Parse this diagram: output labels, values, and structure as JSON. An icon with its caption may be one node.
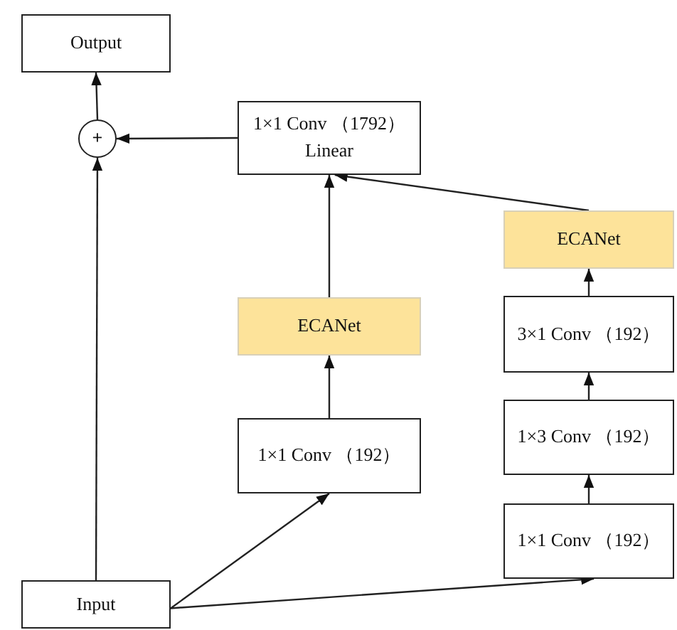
{
  "diagram": {
    "nodes": [
      {
        "text": [
          "Output"
        ]
      },
      {
        "text": [
          "+"
        ]
      },
      {
        "text": [
          "1×1 Conv （1792） Linear"
        ]
      },
      {
        "text": [
          "ECANet"
        ]
      },
      {
        "text": [
          "3×1 Conv （192）"
        ]
      },
      {
        "text": [
          "ECANet"
        ]
      },
      {
        "text": [
          "1×3 Conv （192）"
        ]
      },
      {
        "text": [
          "1×1 Conv （192）"
        ]
      },
      {
        "text": [
          "1×1 Conv （192）"
        ]
      },
      {
        "text": [
          "Input"
        ]
      }
    ],
    "edges": [
      {
        "from": 1,
        "to": 0,
        "arrow": "to"
      },
      {
        "from": 2,
        "to": 1,
        "arrow": "to"
      },
      {
        "from": 9,
        "to": 1,
        "arrow": "to"
      },
      {
        "from": 5,
        "to": 2,
        "arrow": "to"
      },
      {
        "from": 3,
        "to": 2,
        "arrow": "to"
      },
      {
        "from": 4,
        "to": 3,
        "arrow": "to"
      },
      {
        "from": 7,
        "to": 5,
        "arrow": "to"
      },
      {
        "from": 6,
        "to": 4,
        "arrow": "to"
      },
      {
        "from": 8,
        "to": 6,
        "arrow": "to"
      },
      {
        "from": 9,
        "to": 7,
        "arrow": "to"
      },
      {
        "from": 9,
        "to": 8,
        "arrow": "to"
      }
    ]
  }
}
